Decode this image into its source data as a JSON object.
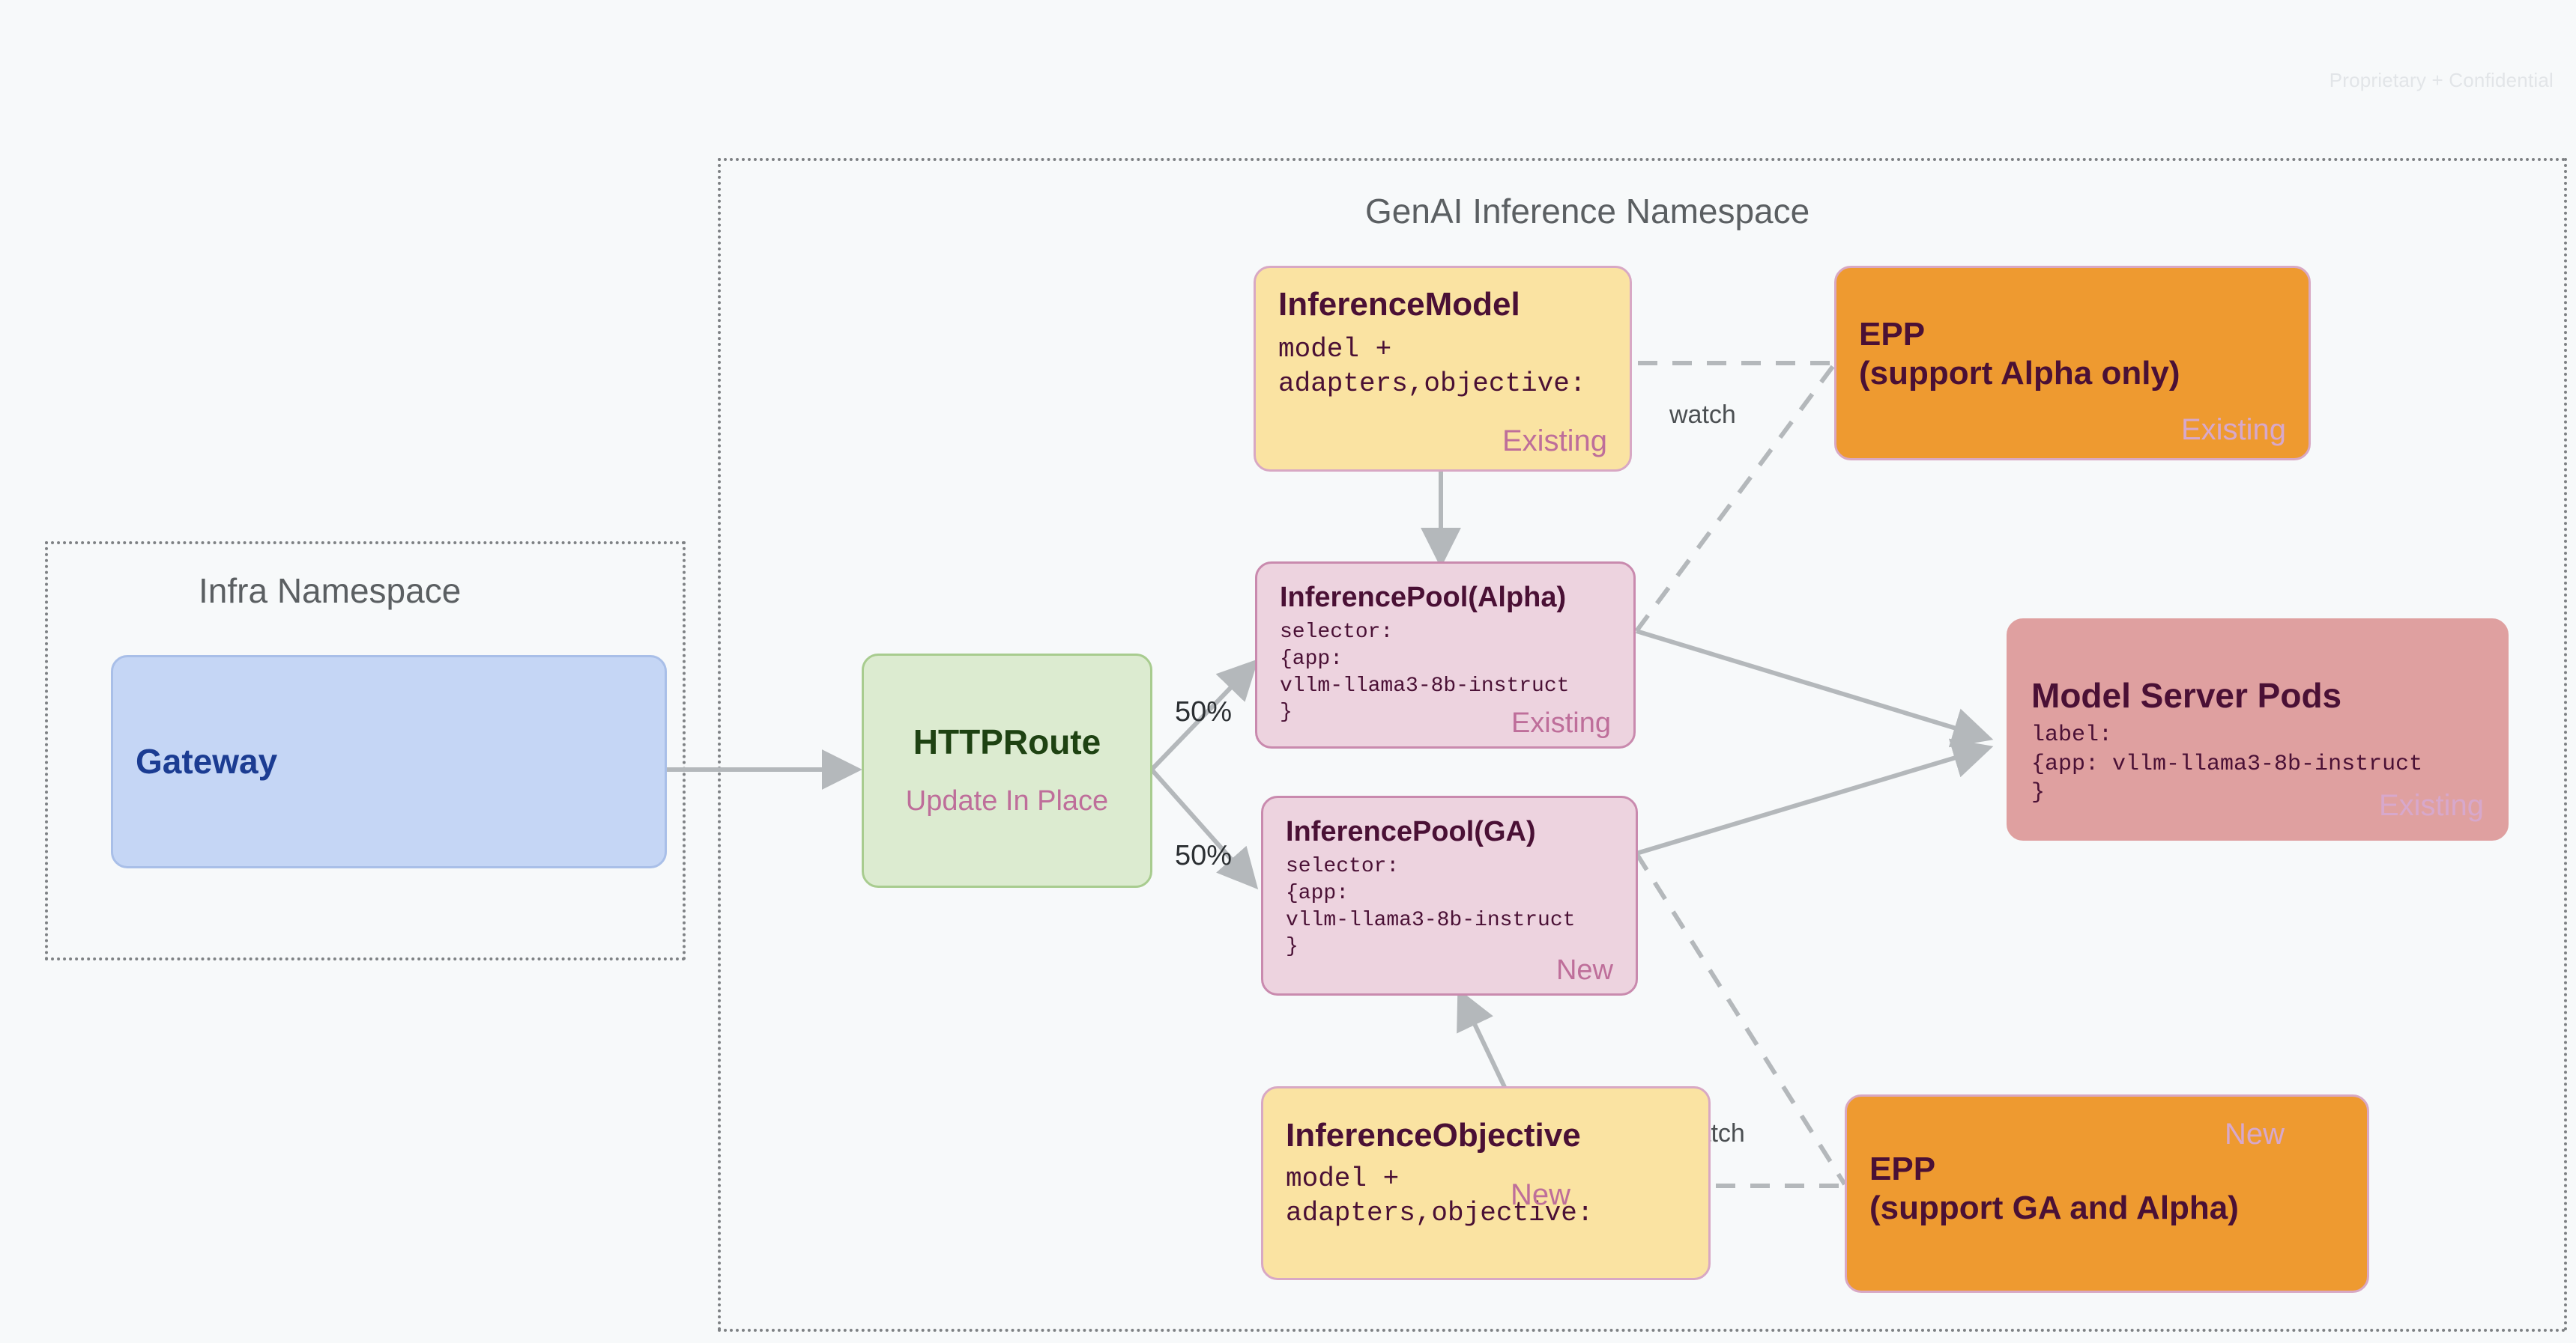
{
  "page": {
    "confidential": "Proprietary + Confidential",
    "background": "#F7F9FA"
  },
  "namespaces": [
    {
      "name": "infra",
      "title": "Infra Namespace"
    },
    {
      "name": "genai",
      "title": "GenAI Inference Namespace"
    }
  ],
  "nodes": {
    "gateway": {
      "title": "Gateway"
    },
    "httproute": {
      "title": "HTTPRoute",
      "subtitle": "Update In Place"
    },
    "inference_model": {
      "title": "InferenceModel",
      "body": "model +\nadapters,objective:",
      "badge": "Existing"
    },
    "inference_pool_alpha": {
      "title": "InferencePool(Alpha)",
      "body": "selector:\n{app:\nvllm-llama3-8b-instruct\n}",
      "badge": "Existing"
    },
    "inference_pool_ga": {
      "title": "InferencePool(GA)",
      "body": "selector:\n{app:\nvllm-llama3-8b-instruct\n}",
      "badge": "New"
    },
    "inference_objective": {
      "title": "InferenceObjective",
      "body": "model +\nadapters,objective:",
      "badge": "New"
    },
    "epp_alpha": {
      "title_line1": "EPP",
      "title_line2": "(support Alpha only)",
      "badge": "Existing"
    },
    "epp_ga": {
      "title_line1": "EPP",
      "title_line2": "(support GA and Alpha)",
      "badge": "New"
    },
    "model_server_pods": {
      "title": "Model Server Pods",
      "body": "label:\n{app: vllm-llama3-8b-instruct\n}",
      "badge": "Existing"
    }
  },
  "edges": {
    "split_top": "50%",
    "split_bottom": "50%",
    "watch_top": "watch",
    "watch_bottom": "watch"
  },
  "colors": {
    "yellow_fill": "#FAE3A2",
    "pink_fill": "#EDD3DF",
    "orange_fill": "#EE9A30",
    "rose_fill": "#DFA0A0",
    "blue_fill": "#C5D6F5",
    "green_fill": "#DCEBD0",
    "text_maroon": "#4A1035",
    "badge_pink": "#BE6E9A",
    "badge_lilac": "#D7A8CC",
    "line_gray": "#B4B8BB"
  }
}
